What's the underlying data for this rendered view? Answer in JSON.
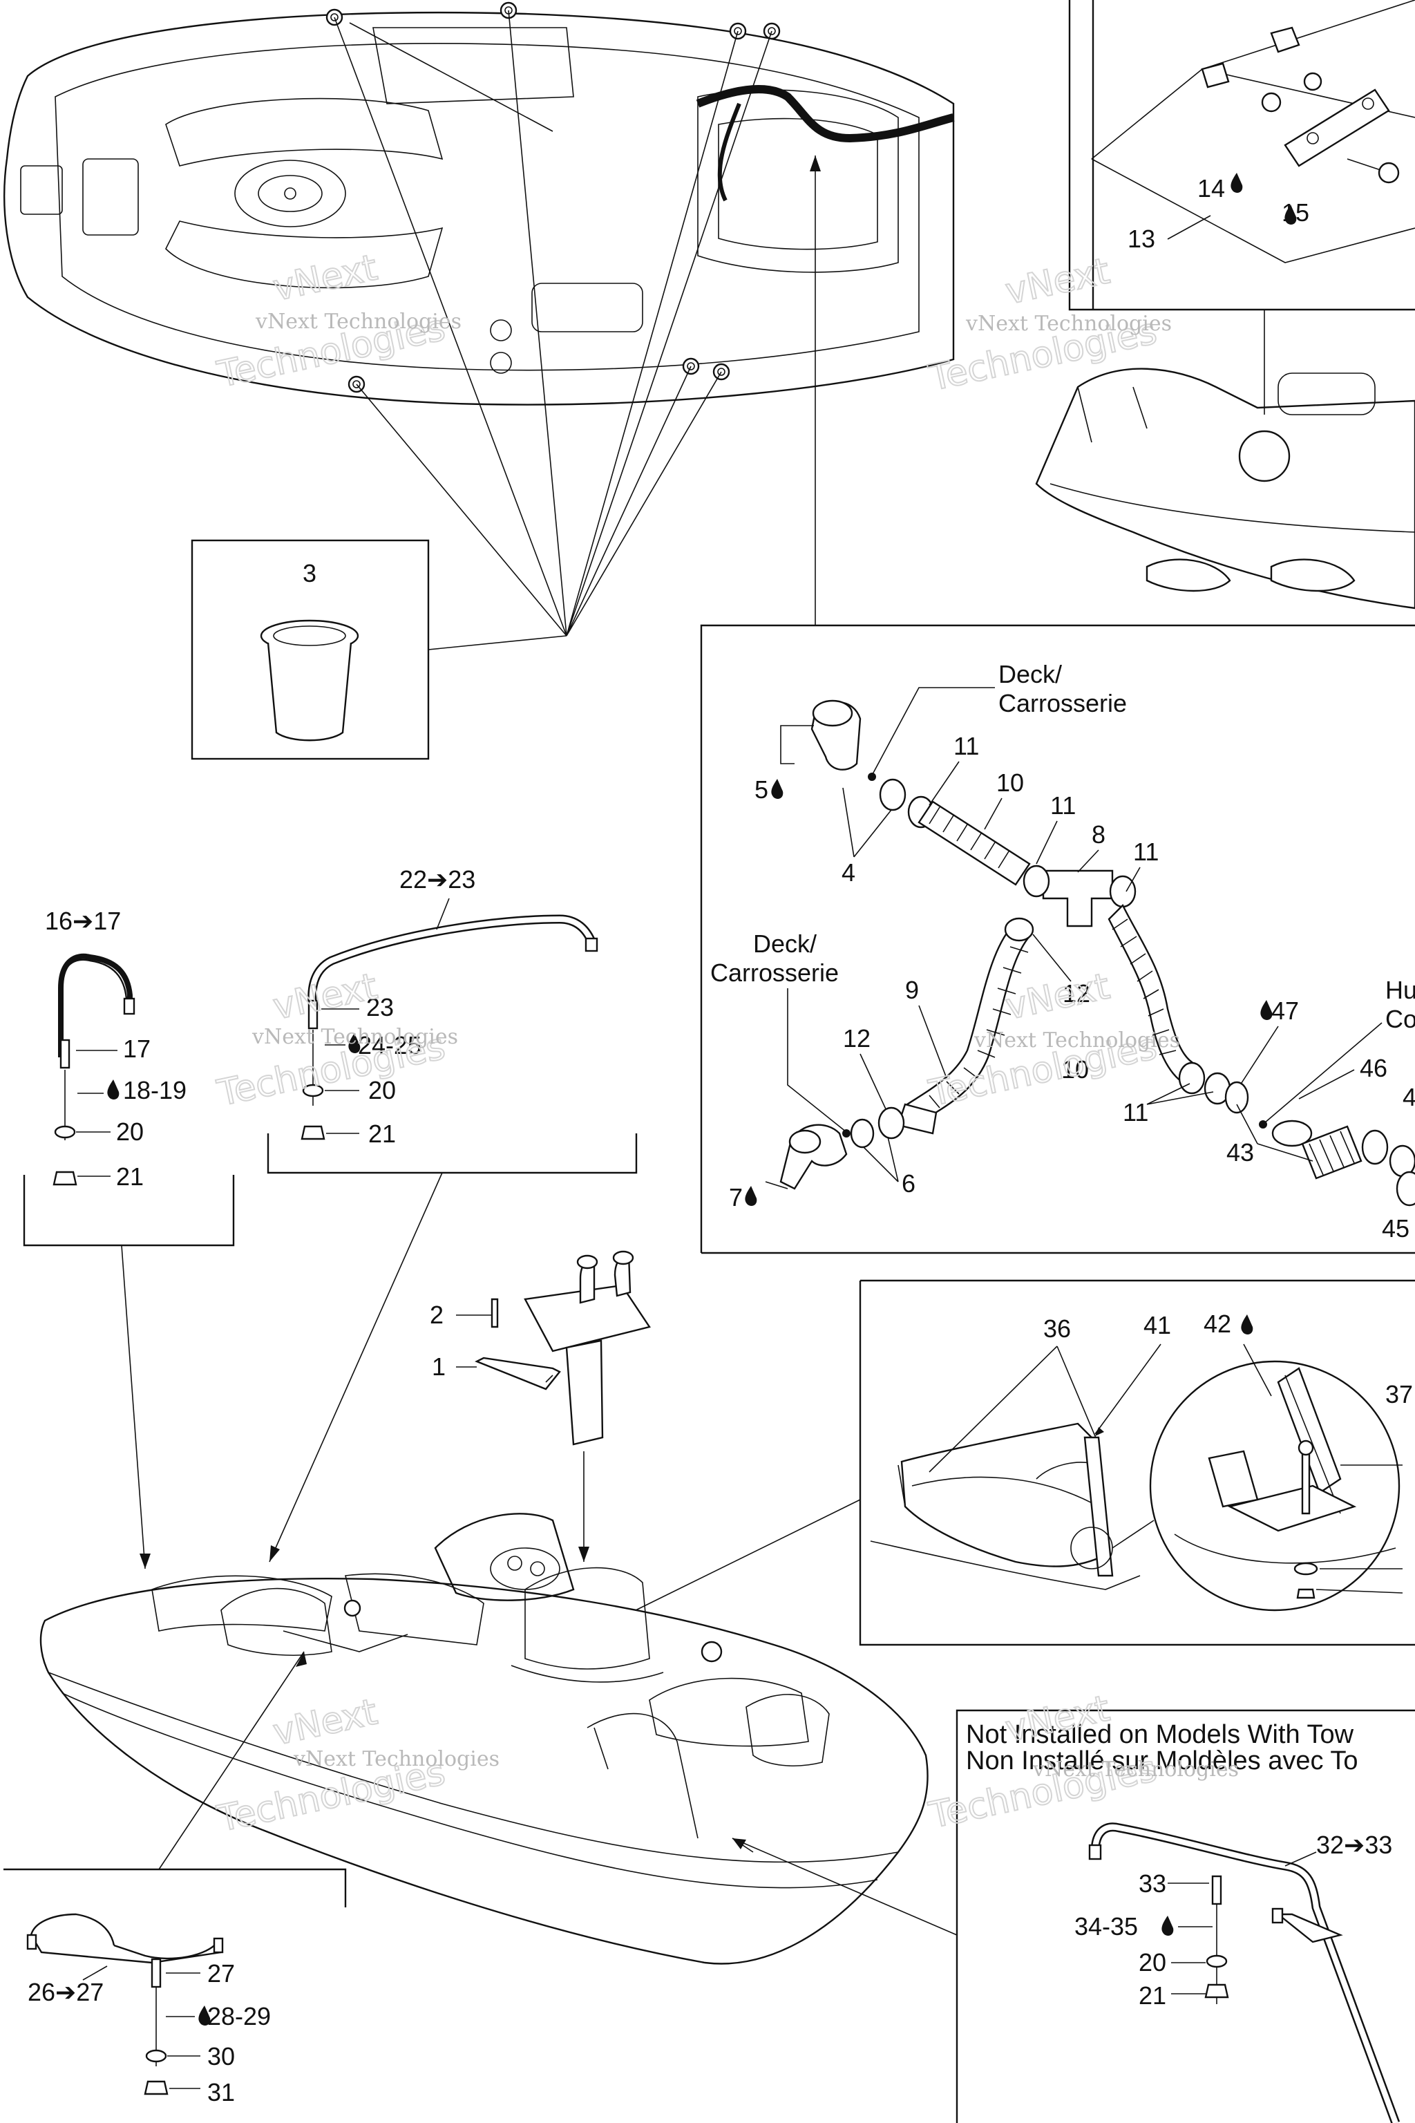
{
  "watermark": {
    "line1": "vNext Technologies",
    "line2": "vNext",
    "line3": "Technologies"
  },
  "callouts": {
    "c1": "1",
    "c2": "2",
    "c3": "3",
    "c4": "4",
    "c5": "5",
    "c6": "6",
    "c7": "7",
    "c8": "8",
    "c9": "9",
    "c10a": "10",
    "c10b": "10",
    "c11a": "11",
    "c11b": "11",
    "c11c": "11",
    "c11d": "11",
    "c12a": "12",
    "c12b": "12",
    "c13": "13",
    "c14": "14",
    "c15": "15",
    "c16_17": "16➔17",
    "c17": "17",
    "c18_19": "18-19",
    "c20a": "20",
    "c21a": "21",
    "c22_23": "22➔23",
    "c23": "23",
    "c24_25": "24-25",
    "c20b": "20",
    "c21b": "21",
    "c26_27": "26➔27",
    "c27": "27",
    "c28_29": "28-29",
    "c30": "30",
    "c31": "31",
    "c32_33": "32➔33",
    "c33": "33",
    "c34_35": "34-35",
    "c20c": "20",
    "c21c": "21",
    "c36": "36",
    "c37": "37",
    "c41": "41",
    "c42": "42",
    "c43": "43",
    "c45": "45",
    "c46": "46",
    "c47": "47",
    "c4b": "4"
  },
  "notes": {
    "deck1_en": "Deck/",
    "deck1_fr": "Carrosserie",
    "deck2_en": "Deck/",
    "deck2_fr": "Carrosserie",
    "hull_en": "Hu",
    "hull_fr": "Co",
    "not_installed_en": "Not Installed on Models With Tow",
    "not_installed_fr": "Non Installé sur Moldèles avec To"
  }
}
